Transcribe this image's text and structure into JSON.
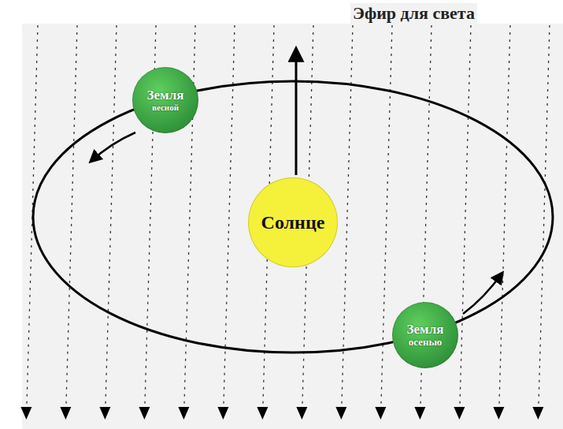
{
  "diagram": {
    "title": "Эфир для света",
    "nodes": [
      {
        "text": [
          "Земля",
          "весной"
        ]
      },
      {
        "text": [
          "Солнце"
        ]
      },
      {
        "text": [
          "Земля",
          "осенью"
        ]
      }
    ]
  }
}
